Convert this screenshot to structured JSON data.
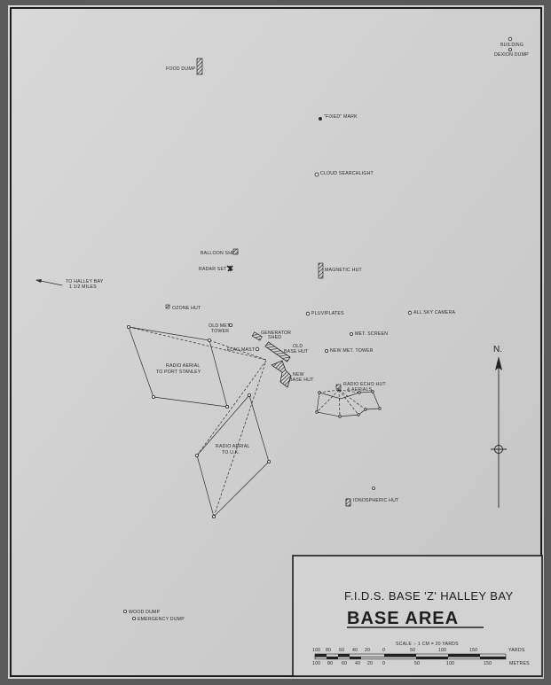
{
  "title": {
    "line1": "F.I.D.S.  BASE 'Z' HALLEY BAY",
    "line2": "BASE  AREA"
  },
  "scale": {
    "caption": "SCALE :- 1 CM = 20 YARDS",
    "yards_ticks": [
      "100",
      "80",
      "60",
      "40",
      "20",
      "0",
      "50",
      "100",
      "150"
    ],
    "yards_unit": "YARDS",
    "metres_ticks": [
      "100",
      "80",
      "60",
      "40",
      "20",
      "0",
      "50",
      "100",
      "150"
    ],
    "metres_unit": "METRES"
  },
  "north": {
    "label": "N."
  },
  "labels": {
    "building": "BUILDING",
    "dexion_dump": "DEXION DUMP",
    "food_dump": "FOOD DUMP",
    "fixed_mark": "\"FIXED\" MARK",
    "cloud_searchlight": "CLOUD SEARCHLIGHT",
    "balloon_shed": "BALLOON SHED",
    "radar_set": "RADAR SET",
    "magnetic_hut": "MAGNETIC HUT",
    "to_halley_bay_1": "TO HALLEY BAY",
    "to_halley_bay_2": "1 1/2 MILES",
    "ozone_hut": "OZONE HUT",
    "pluviplates": "PLUVIPLATES",
    "all_sky_camera": "ALL SKY CAMERA",
    "old_met_tower_1": "OLD MET.",
    "old_met_tower_2": "TOWER",
    "generator_shed_1": "GENERATOR",
    "generator_shed_2": "SHED",
    "met_screen": "MET. SCREEN",
    "flag_mast": "FLAG MAST",
    "old_base_hut_1": "OLD",
    "old_base_hut_2": "BASE HUT",
    "new_met_tower": "NEW MET. TOWER",
    "radio_aerial_stanley_1": "RADIO AERIAL",
    "radio_aerial_stanley_2": "TO PORT STANLEY",
    "new_base_hut_1": "NEW",
    "new_base_hut_2": "BASE HUT",
    "radio_echo_hut_1": "RADIO ECHO HUT",
    "radio_echo_hut_2": "& AERIALS",
    "radio_aerial_uk_1": "RADIO AERIAL",
    "radio_aerial_uk_2": "TO U.K.",
    "ionospheric_hut": "IONOSPHERIC HUT",
    "wood_dump": "WOOD DUMP",
    "emergency_dump": "EMERGENCY DUMP"
  },
  "colors": {
    "paper": "#cfcfcf",
    "ink": "#2b2b2b",
    "outer": "#5a5a5a"
  }
}
